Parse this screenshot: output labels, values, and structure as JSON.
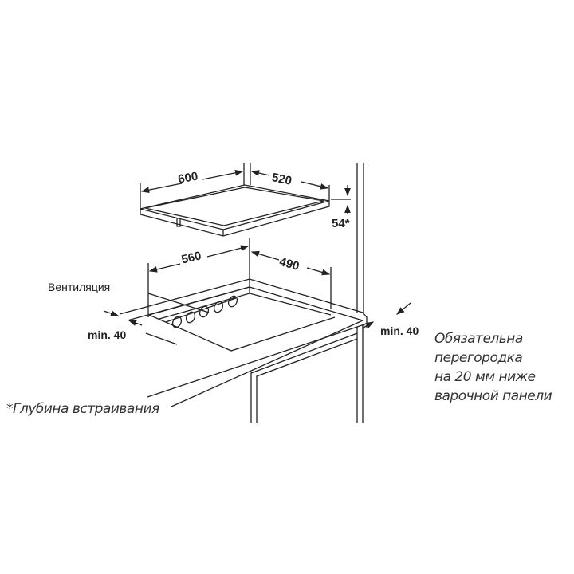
{
  "dimensions": {
    "hob_width": "600",
    "hob_depth": "520",
    "hob_height": "54*",
    "cutout_width": "560",
    "cutout_depth": "490",
    "min_left": "min. 40",
    "min_right": "min. 40"
  },
  "labels": {
    "ventilation": "Вентиляция"
  },
  "notes": {
    "depth_note": "*Глубина встраивания",
    "partition_lines": [
      "Обязательна",
      "перегородка",
      "на 20 мм ниже",
      "варочной панели"
    ]
  }
}
